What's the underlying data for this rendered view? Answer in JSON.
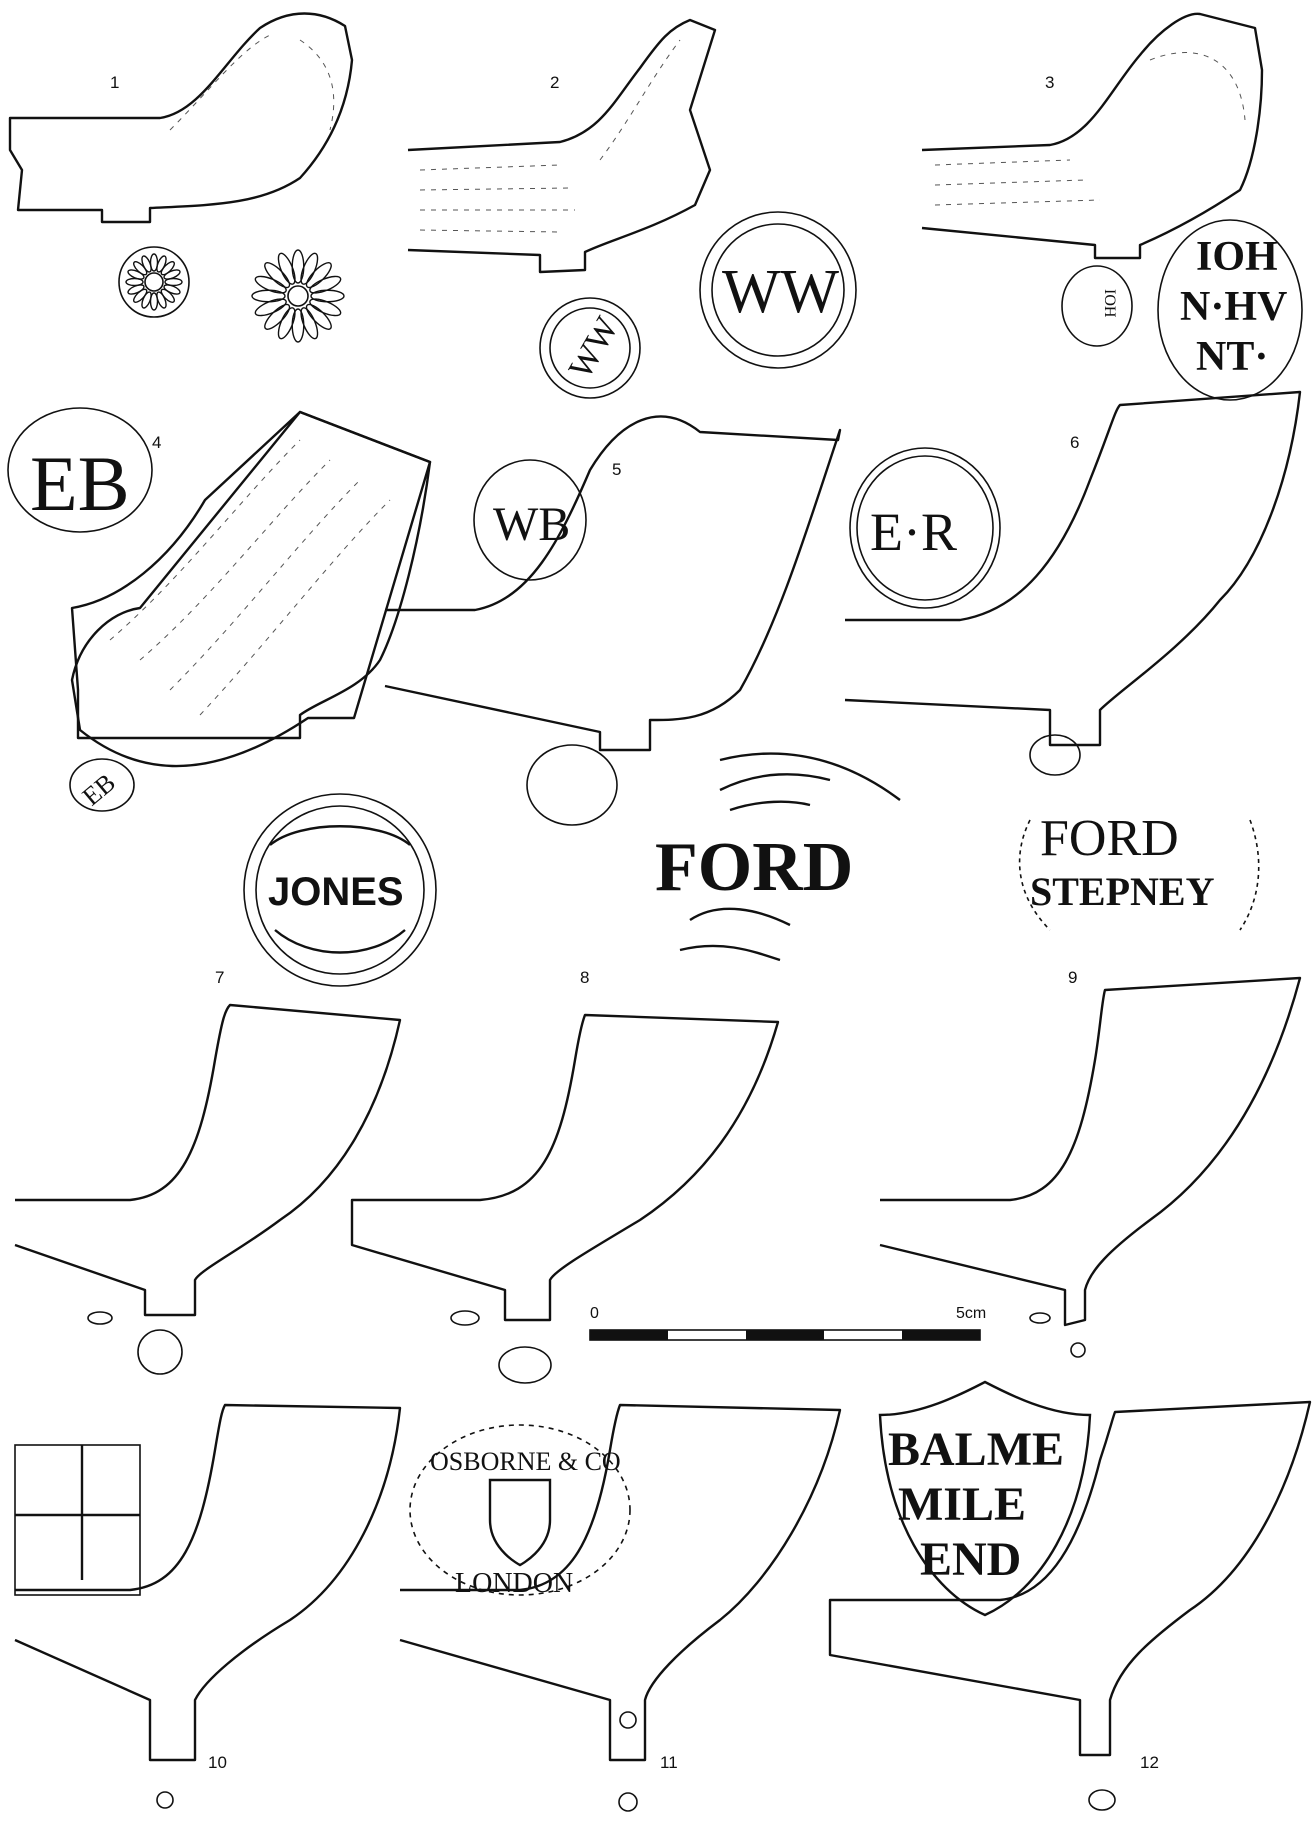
{
  "figure_numbers": [
    "1",
    "2",
    "3",
    "4",
    "5",
    "6",
    "7",
    "8",
    "9",
    "10",
    "11",
    "12"
  ],
  "scale_bar": {
    "start_label": "0",
    "end_label": "5cm"
  },
  "stamps": {
    "s2_letters": "WW",
    "s3_line1": "IOH",
    "s3_line2": "N·HV",
    "s3_line3": "NT·",
    "s4_letters": "EB",
    "s5_letters": "WB",
    "s6_letters": "E·R",
    "jones": "JONES",
    "ford": "FORD",
    "ford_stepney_top": "FORD",
    "ford_stepney_bottom": "STEPNEY",
    "osborne_top": "OSBORNE & CO",
    "osborne_bottom": "LONDON",
    "balme_line1": "BALME",
    "balme_line2": "MILE",
    "balme_line3": "END"
  }
}
